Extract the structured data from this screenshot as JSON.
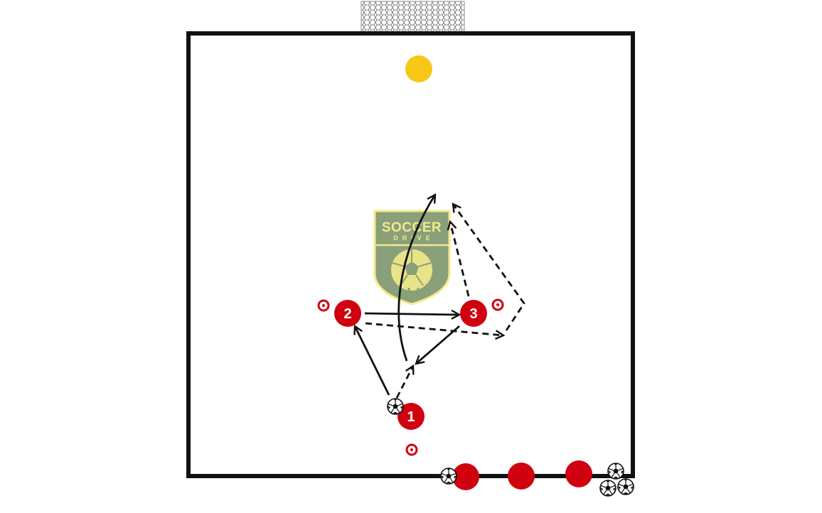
{
  "logo": {
    "line1": "SOCCER",
    "line2": "DRIVE"
  },
  "players": [
    {
      "id": "player-1",
      "label": "1"
    },
    {
      "id": "player-2",
      "label": "2"
    },
    {
      "id": "player-3",
      "label": "3"
    }
  ],
  "colors": {
    "player": "#d0020f",
    "goalkeeper": "#f6c715",
    "field_line": "#111111",
    "logo_fill": "#8aa07a",
    "logo_text": "#f3ea8a"
  },
  "icons": [
    "soccer-ball-icon",
    "cone-marker-icon",
    "goal-net-icon",
    "pass-arrow-icon",
    "run-arrow-icon"
  ]
}
